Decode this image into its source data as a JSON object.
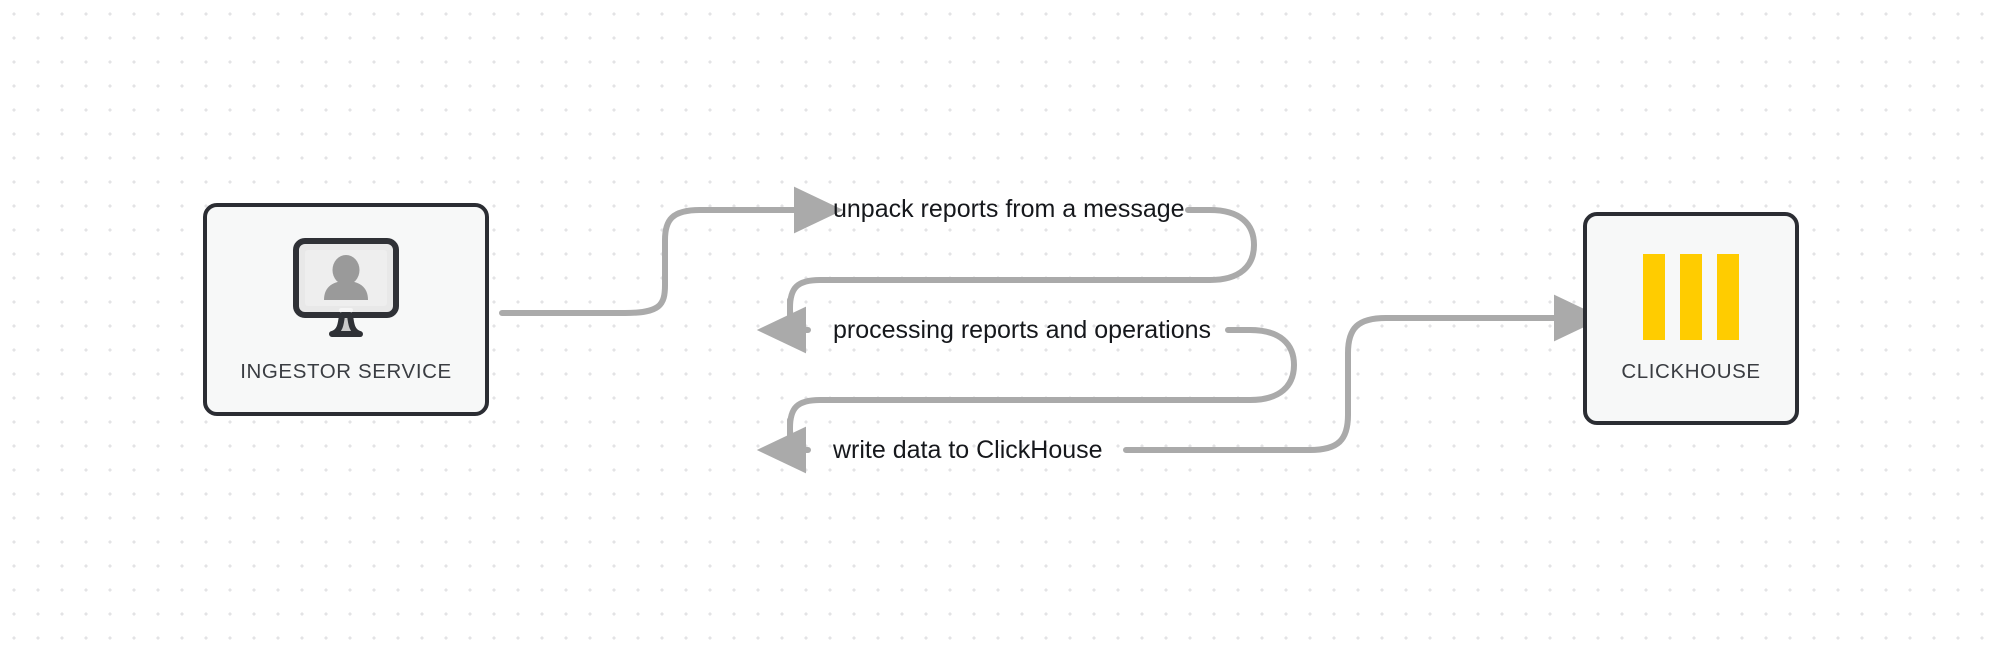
{
  "diagram": {
    "type": "flow-diagram",
    "background": "dotted-grid",
    "background_color": "#ffffff",
    "dot_color": "#e3e3e5",
    "edge_color": "#aaaaaa",
    "node_border_color": "#2b2d33",
    "node_fill_color": "#f7f8f8",
    "accent_color": "#ffcc00",
    "nodes": [
      {
        "id": "ingestor-service",
        "label": "INGESTOR SERVICE",
        "icon": "monitor-user-icon"
      },
      {
        "id": "clickhouse",
        "label": "CLICKHOUSE",
        "icon": "clickhouse-bars-icon"
      }
    ],
    "edge_labels": [
      "unpack reports from a message",
      "processing reports and operations",
      "write data to ClickHouse"
    ]
  }
}
